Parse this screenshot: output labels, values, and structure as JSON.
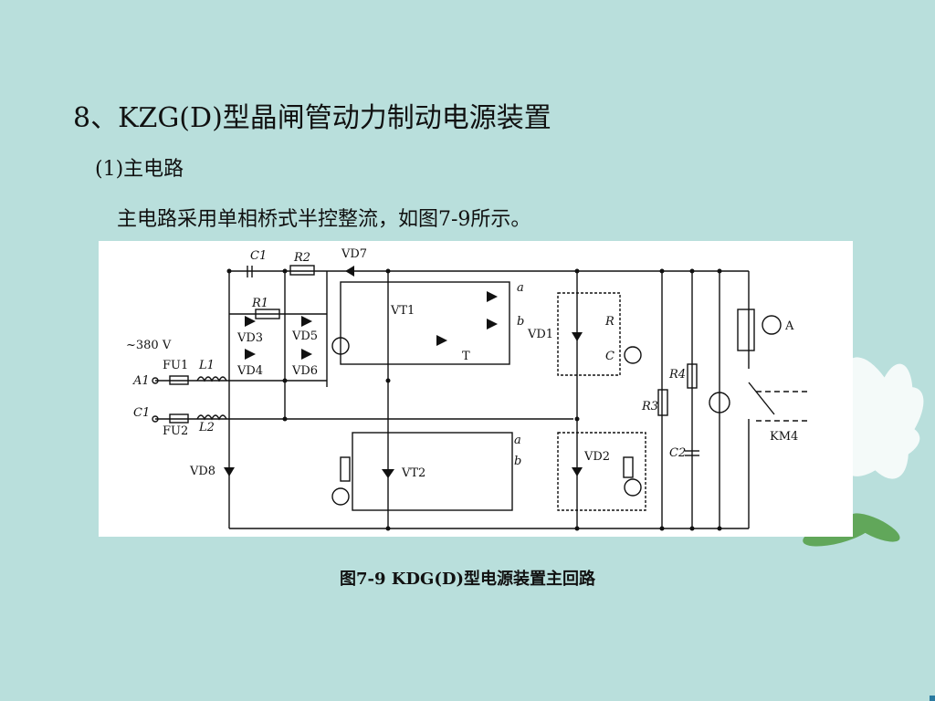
{
  "slide": {
    "title": "8、KZG(D)型晶闸管动力制动电源装置",
    "subtitle": "(1)主电路",
    "body_text": "主电路采用单相桥式半控整流，如图7-9所示。",
    "caption": "图7-9  KDG(D)型电源装置主回路"
  },
  "diagram": {
    "supply": "~380 V",
    "labels": {
      "C1_top": "C1",
      "R2": "R2",
      "VD7": "VD7",
      "R1": "R1",
      "VD3": "VD3",
      "VD5": "VD5",
      "VD4": "VD4",
      "VD6": "VD6",
      "FU1": "FU1",
      "L1": "L1",
      "A1": "A1",
      "C1_in": "C1",
      "FU2": "FU2",
      "L2": "L2",
      "VD8": "VD8",
      "VT1": "VT1",
      "T": "T",
      "a_top": "a",
      "b_top": "b",
      "VD1": "VD1",
      "R": "R",
      "C": "C",
      "A": "A",
      "R4": "R4",
      "R3": "R3",
      "C2": "C2",
      "KM4": "KM4",
      "a_bot": "a",
      "b_bot": "b",
      "VT2": "VT2",
      "VD2": "VD2"
    }
  }
}
